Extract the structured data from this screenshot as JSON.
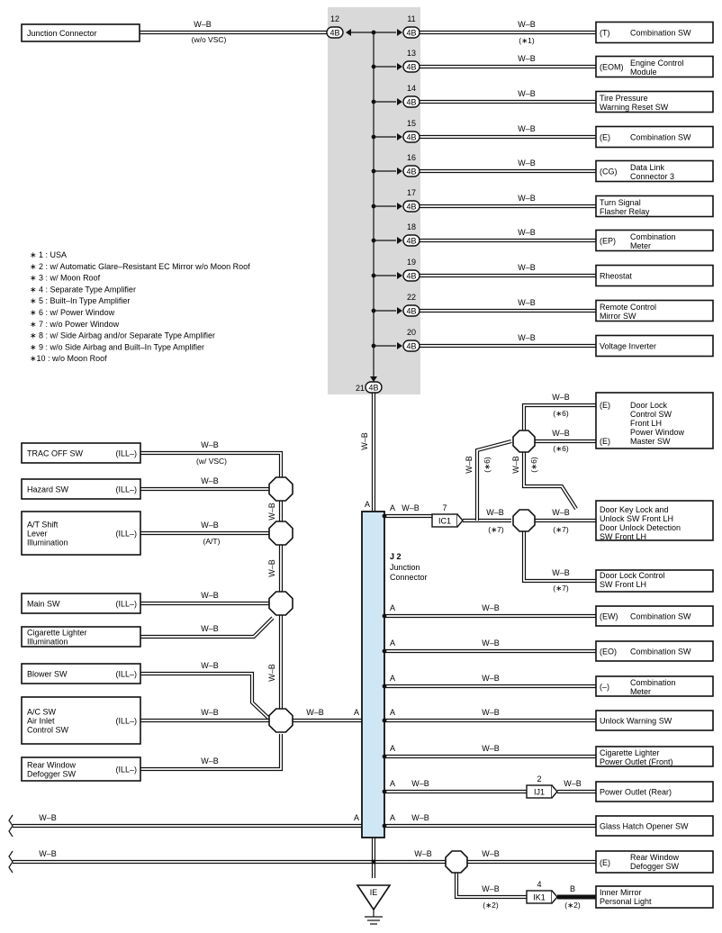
{
  "wire": "W–B",
  "wire_b": "B",
  "connector": "4B",
  "notes": [
    "∗ 1 : USA",
    "∗ 2 : w/ Automatic Glare–Resistant EC Mirror w/o Moon Roof",
    "∗ 3 : w/ Moon Roof",
    "∗ 4 : Separate Type Amplifier",
    "∗ 5 : Built–In Type Amplifier",
    "∗ 6 : w/ Power Window",
    "∗ 7 : w/o Power Window",
    "∗ 8 : w/ Side Airbag and/or Separate Type Amplifier",
    "∗ 9 : w/o Side Airbag and Built–In Type Amplifier",
    "∗10 : w/o Moon Roof"
  ],
  "top_left": {
    "label": "Junction Connector",
    "cond": "(w/o VSC)",
    "pin": "12"
  },
  "top_right": [
    {
      "pin": "11",
      "pre": "(T)",
      "lines": [
        "Combination SW"
      ],
      "cond": "(∗1)"
    },
    {
      "pin": "13",
      "pre": "(EOM)",
      "lines": [
        "Engine Control",
        "Module"
      ],
      "cond": ""
    },
    {
      "pin": "14",
      "pre": "",
      "lines": [
        "Tire Pressure",
        "Warning Reset SW"
      ],
      "cond": ""
    },
    {
      "pin": "15",
      "pre": "(E)",
      "lines": [
        "Combination SW"
      ],
      "cond": ""
    },
    {
      "pin": "16",
      "pre": "(CG)",
      "lines": [
        "Data Link",
        "Connector 3"
      ],
      "cond": ""
    },
    {
      "pin": "17",
      "pre": "",
      "lines": [
        "Turn Signal",
        "Flasher Relay"
      ],
      "cond": ""
    },
    {
      "pin": "18",
      "pre": "(EP)",
      "lines": [
        "Combination",
        "Meter"
      ],
      "cond": ""
    },
    {
      "pin": "19",
      "pre": "",
      "lines": [
        "Rheostat"
      ],
      "cond": ""
    },
    {
      "pin": "22",
      "pre": "",
      "lines": [
        "Remote Control",
        "Mirror SW"
      ],
      "cond": ""
    },
    {
      "pin": "20",
      "pre": "",
      "lines": [
        "Voltage Inverter"
      ],
      "cond": ""
    }
  ],
  "pin21": "21",
  "junction": {
    "code": "J 2",
    "name1": "Junction",
    "name2": "Connector",
    "pin": "A"
  },
  "left_boxes": [
    {
      "lines": [
        "TRAC OFF SW"
      ],
      "suffix": "(ILL–)",
      "cond": "(w/ VSC)"
    },
    {
      "lines": [
        "Hazard SW"
      ],
      "suffix": "(ILL–)",
      "cond": ""
    },
    {
      "lines": [
        "A/T Shift",
        "Lever",
        "Illumination"
      ],
      "suffix": "(ILL–)",
      "cond": "(A/T)"
    },
    {
      "lines": [
        "Main SW"
      ],
      "suffix": "(ILL–)",
      "cond": ""
    },
    {
      "lines": [
        "Cigarette Lighter",
        "Illumination"
      ],
      "suffix": "",
      "cond": ""
    },
    {
      "lines": [
        "Blower SW"
      ],
      "suffix": "(ILL–)",
      "cond": ""
    },
    {
      "lines": [
        "A/C SW",
        "Air Inlet",
        "Control SW"
      ],
      "suffix": "(ILL–)",
      "cond": ""
    },
    {
      "lines": [
        "Rear Window",
        "Defogger SW"
      ],
      "suffix": "(ILL–)",
      "cond": ""
    }
  ],
  "door": {
    "box1": {
      "pre1": "(E)",
      "pre2": "(E)",
      "lines": [
        "Door Lock",
        "Control SW",
        "Front LH",
        "Power Window",
        "Master SW"
      ]
    },
    "box2": {
      "lines": [
        "Door Key Lock and",
        "Unlock SW Front LH",
        "Door Unlock Detection",
        "SW Front LH"
      ]
    },
    "box3": {
      "lines": [
        "Door Lock Control",
        "SW Front LH"
      ]
    },
    "cond6": "(∗6)",
    "cond7": "(∗7)",
    "ic1": "IC1",
    "ic1_pin": "7"
  },
  "right_boxes": [
    {
      "pre": "(EW)",
      "lines": [
        "Combination SW"
      ]
    },
    {
      "pre": "(EO)",
      "lines": [
        "Combination SW"
      ]
    },
    {
      "pre": "(–)",
      "lines": [
        "Combination",
        "Meter"
      ]
    },
    {
      "pre": "",
      "lines": [
        "Unlock Warning SW"
      ]
    },
    {
      "pre": "",
      "lines": [
        "Cigarette Lighter",
        "Power Outlet (Front)"
      ]
    },
    {
      "pre": "",
      "lines": [
        "Power Outlet (Rear)"
      ]
    },
    {
      "pre": "",
      "lines": [
        "Glass Hatch Opener SW"
      ]
    },
    {
      "pre": "(E)",
      "lines": [
        "Rear Window",
        "Defogger SW"
      ]
    },
    {
      "pre": "",
      "lines": [
        "Inner Mirror",
        "Personal Light"
      ]
    }
  ],
  "ij1": {
    "code": "IJ1",
    "pin": "2"
  },
  "ik1": {
    "code": "IK1",
    "pin": "4",
    "cond": "(∗2)"
  },
  "ground": "IE"
}
